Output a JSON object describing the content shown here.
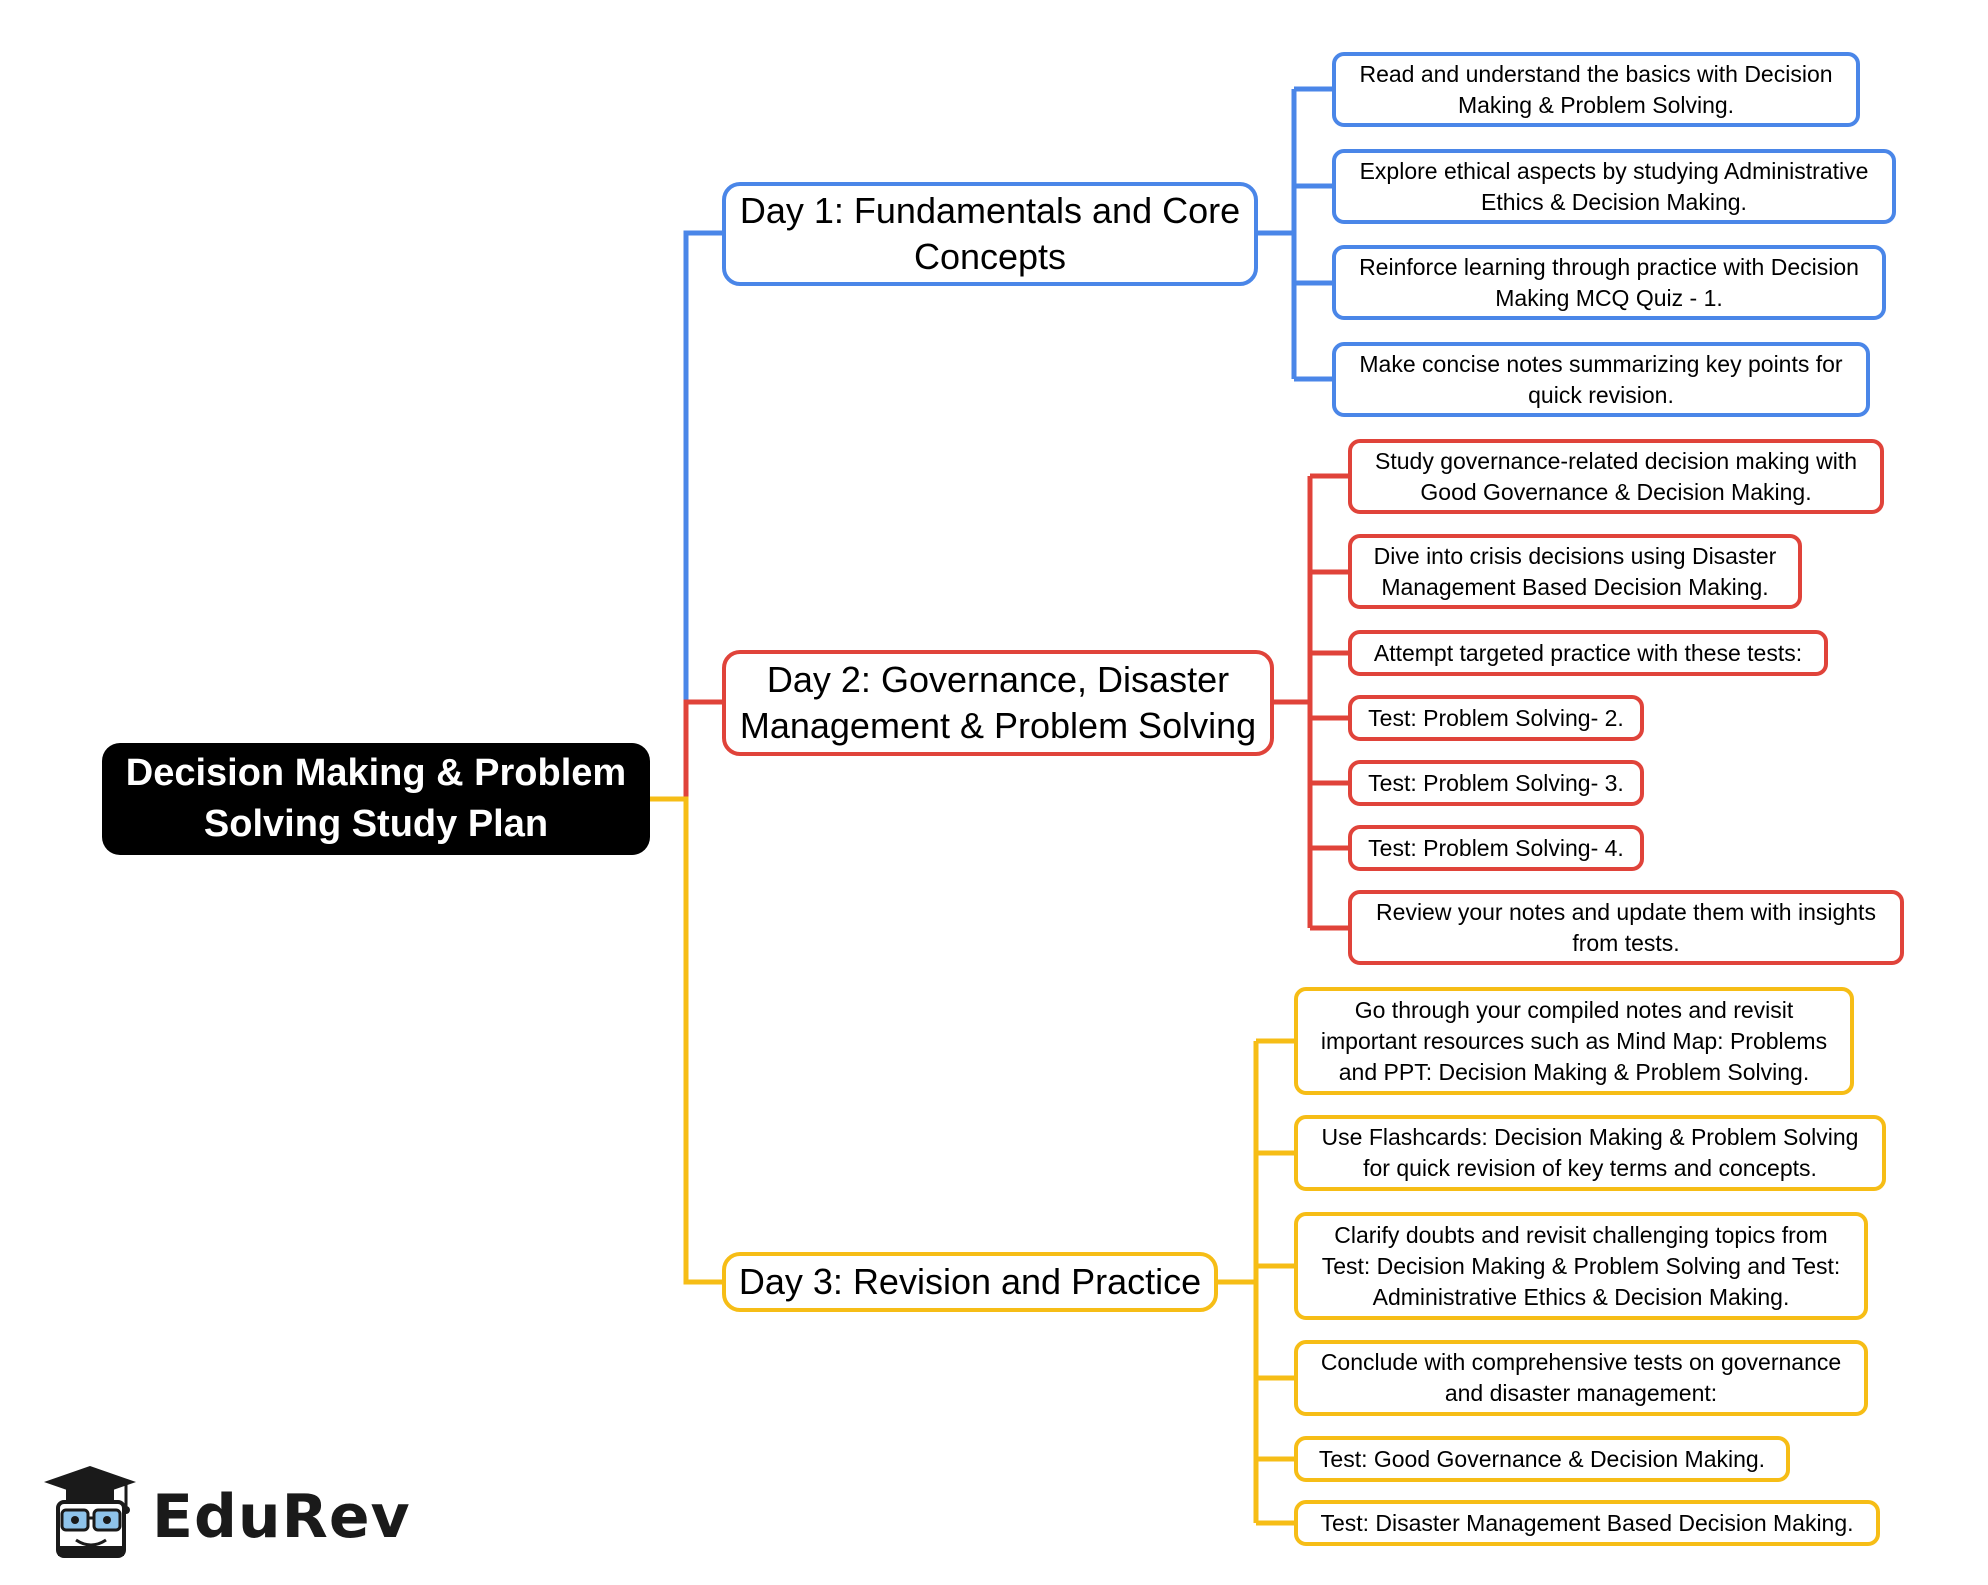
{
  "root": {
    "title": "Decision Making & Problem Solving Study Plan"
  },
  "colors": {
    "day1": "#4a86e8",
    "day2": "#e0433a",
    "day3": "#f6bd16",
    "root_bg": "#000000"
  },
  "days": [
    {
      "title": "Day 1: Fundamentals and Core Concepts",
      "items": [
        "Read and understand the basics with Decision Making & Problem Solving.",
        "Explore ethical aspects by studying Administrative Ethics & Decision Making.",
        "Reinforce learning through practice with Decision Making MCQ Quiz - 1.",
        "Make concise notes summarizing key points for quick revision."
      ]
    },
    {
      "title": "Day 2: Governance, Disaster Management & Problem Solving",
      "items": [
        "Study governance-related decision making with Good Governance & Decision Making.",
        "Dive into crisis decisions using Disaster Management Based Decision Making.",
        "Attempt targeted practice with these tests:",
        "Test: Problem Solving- 2.",
        "Test: Problem Solving- 3.",
        "Test: Problem Solving- 4.",
        "Review your notes and update them with insights from tests."
      ]
    },
    {
      "title": "Day 3: Revision and Practice",
      "items": [
        "Go through your compiled notes and revisit important resources such as Mind Map: Problems and PPT: Decision Making & Problem Solving.",
        "Use Flashcards: Decision Making & Problem Solving for quick revision of key terms and concepts.",
        "Clarify doubts and revisit challenging topics from Test: Decision Making & Problem Solving and Test: Administrative Ethics & Decision Making.",
        "Conclude with comprehensive tests on governance and disaster management:",
        "Test: Good Governance & Decision Making.",
        "Test: Disaster Management Based Decision Making."
      ]
    }
  ],
  "logo": {
    "text": "EduRev",
    "icon": "graduation-cap-mascot-icon"
  }
}
